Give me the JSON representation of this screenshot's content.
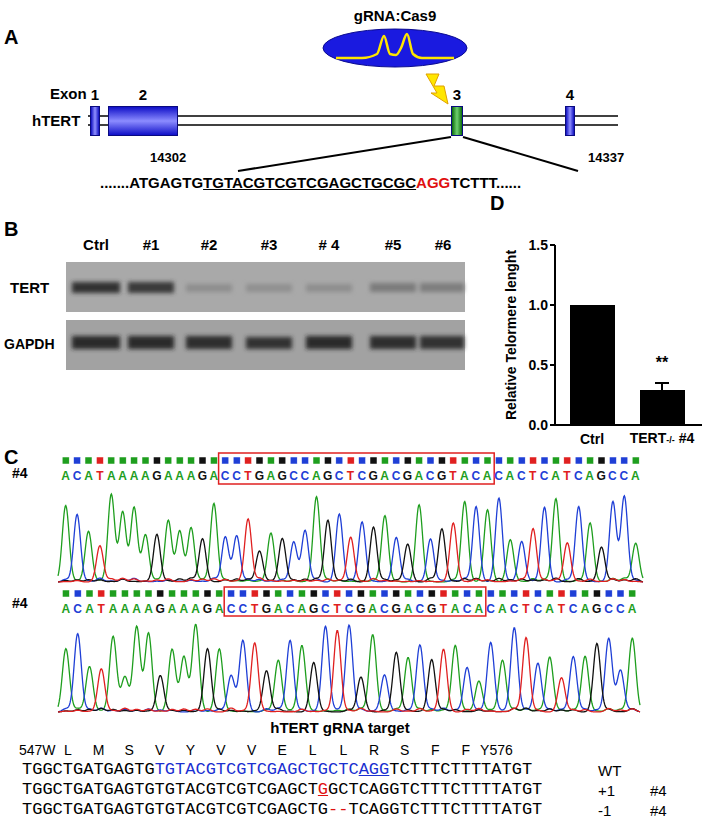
{
  "diagram": {
    "nodes": [
      {
        "text": [
          "gRNA:Cas9"
        ]
      },
      {
        "text": [
          "1"
        ]
      },
      {
        "text": [
          "2"
        ]
      },
      {
        "text": [
          "3"
        ]
      },
      {
        "text": [
          "4"
        ]
      }
    ],
    "labels": [
      "A",
      "Exon",
      "hTERT",
      "14302",
      "14337",
      ".......ATGAGTG",
      "TGTACGTCGTCGAGCTGCGC",
      "AGG",
      "TCTTT......",
      "B",
      "Ctrl",
      "#1",
      "#2",
      "#3",
      "# 4",
      "#5",
      "#6",
      "TERT",
      "GAPDH",
      "D",
      "Relative Telormere lenght",
      "1.5",
      "1.0",
      "0.5",
      "0.0",
      "**",
      "Ctrl",
      "TERT",
      "-/-",
      "#4",
      "C",
      "#4",
      "ACATAAAAGAAAGACCTGAGCCAGCTCGACGACGTACACACTCATCAGCCA",
      "#4",
      "ACATAAAAGAAAGACCTGACAGCTCGACGACGTACACACTCATCAGCCA",
      "hTERT gRNA target",
      "547W",
      "L",
      "M",
      "S",
      "V",
      "Y",
      "V",
      "V",
      "E",
      "L",
      "L",
      "R",
      "S",
      "F",
      "F",
      "Y576",
      "TGGCTGATGAGTG",
      "TGTACGTCGTCGAGCTGCTC",
      "AGG",
      "TCTTTCTTTTATGT",
      "WT",
      "TGGCTGATGAGTGTGTACGTCGTCGAGCT",
      "G",
      "GCTCAGGTCTTTCTTTTATGT",
      "+1",
      "#4",
      "TGGCTGATGAGTGTGTACGTCGTCGAGCTG",
      "--",
      "TCAGGTCTTTCTTTTATGT",
      "-1",
      "#4"
    ]
  }
}
